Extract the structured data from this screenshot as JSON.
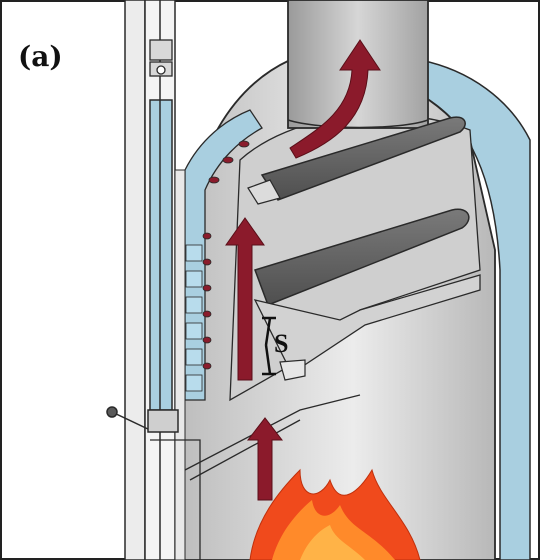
{
  "figure": {
    "panel_label": "(a)",
    "gap_label": "S"
  },
  "colors": {
    "flue_arrow": "#8b1a2b",
    "insulation": "#a9cfe0",
    "steel_light": "#dedede",
    "steel_mid": "#c4c4c4",
    "baffle": "#6e6e6e",
    "flame_outer": "#f04a1c",
    "flame_inner": "#ffb347"
  },
  "icons": [
    "hot-gas-flow-arrow",
    "flame-icon",
    "door-handle-icon"
  ]
}
